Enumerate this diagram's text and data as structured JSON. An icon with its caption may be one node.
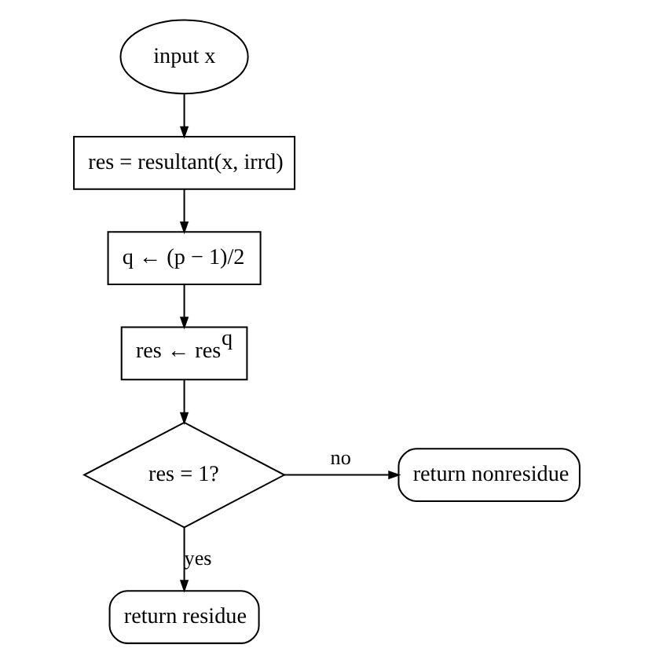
{
  "diagram": {
    "nodes": [
      {
        "text": [
          "input x"
        ]
      },
      {
        "text": [
          "res = resultant(x, irrd)"
        ]
      },
      {
        "text": [
          "q ← (p − 1)/2"
        ]
      },
      {
        "text": [
          "res ← res$^{q}$"
        ]
      },
      {
        "text": [
          "res = 1?"
        ]
      },
      {
        "text": [
          "return nonresidue"
        ]
      },
      {
        "text": [
          "return residue"
        ]
      }
    ],
    "edges": [
      {
        "from": 0,
        "to": 1,
        "arrow": "to"
      },
      {
        "from": 1,
        "to": 2,
        "arrow": "to"
      },
      {
        "from": 2,
        "to": 3,
        "arrow": "to"
      },
      {
        "from": 3,
        "to": 4,
        "arrow": "to"
      },
      {
        "from": 4,
        "to": 5,
        "arrow": "to",
        "label": "no"
      },
      {
        "from": 4,
        "to": 6,
        "arrow": "to",
        "label": "yes"
      }
    ]
  }
}
